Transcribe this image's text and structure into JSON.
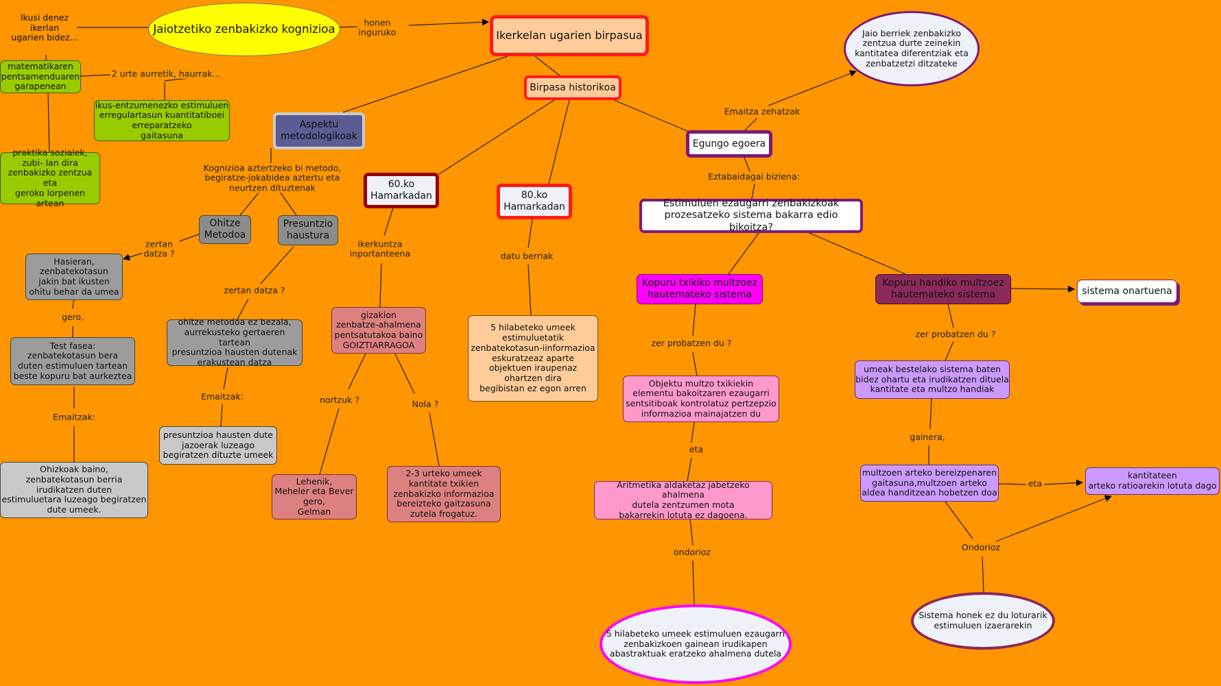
{
  "colors": {
    "background": "#ff9500",
    "root_border": "#ff1a1a",
    "purple_border": "#7b1a7b",
    "green_fill": "#99cc00",
    "grey_fill": "#8c8c8c"
  },
  "nodes": {
    "jaiotzetiko": "Jaiotzetiko zenbakizko kognizioa",
    "ikusi_denez": "Ikusi denez\nikerlan\nugarien bidez...",
    "matematikaren": "matematikaren\npentsamenduaren\ngarapenean",
    "ikus_entzumen": "ikus-entzumenezko estimuluen\nerregulartasun kuantitatiboei\nerreparatzeko\ngaitasuna",
    "praktika": "praktika sozialek,\nzubi- lan dira\nzenbakizko zentzua\neta\ngeroko lorpenen artean",
    "root": "Ikerkelan ugarien birpasua",
    "birpasa": "Birpasa historikoa",
    "aspektu": "Aspektu\nmetodologikoak",
    "ohitze": "Ohitze\nMetodoa",
    "presuntzio": "Presuntzio\nhaustura",
    "hasieran": "Hasieran,\nzenbatekotasun\njakin bat ikusten\nohitu behar da umea",
    "test_fasea": "Test fasea:\nzenbatekotasun bera\nduten estimuluen tartean\nbeste kopuru bat aurkeztea",
    "ohizkoak": "Ohizkoak baino,\nzenbatekotasun berria\nirudikatzen duten\nestimuluetara luzeago begiratzen\ndute umeek.",
    "ohitze_ez": "ohitze metodoa ez bezala,\naurrekusteko gertaeren tartean\npresuntzioa hausten dutenak\nerakustean datza",
    "presuntzioa_hausten": "presuntzioa hausten dute\njazoerak luzeago\nbegiratzen dituzte umeek",
    "h60": "60.ko\nHamarkadan",
    "gizakion": "gizakion\nzenbatze-ahalmena\npentsatutakoa baino\nGOIZTIARRAGOA",
    "lehenik": "Lehenik,\nMeheler eta Bever\ngero,\nGelman",
    "urteko_2_3": "2-3 urteko umeek\nkantitate txikien\nzenbakizko informazioa\nbereizteko gaitzasuna\nzutela frogatuz.",
    "h80": "80.ko\nHamarkadan",
    "hilabeteko5": "5 hilabeteko umeek\nestimuluetatik\nzenbatekotasun-iinformazioa\neskuratzeaz aparte\nobjektuen iraupenaz\nohartzen dira\nbegibistan ez egon arren",
    "egungo": "Egungo egoera",
    "jaio_berriek": "Jaio berriek zenbakizko\nzentzua durte zeinekin\nkantitatea diferentziak eta\nzenbatzetzi ditzateke",
    "estimuluen_q": "Estimuluen ezaugarri zenbakizkoak\nprozesatzeko sistema bakarra edio bikoitza?",
    "kopuru_txiki": "Kopuru txikiko multzoez\nhautemateko sistema",
    "kopuru_handi": "Kopuru handiko multzoez\nhautemateko sistema",
    "onartuena": "sistema onartuena",
    "objektu_multzo": "Objektu multzo txikiekin\nelementu bakoitzaren ezaugarri\nsentsitiboak kontrolatuz pertzepzio\ninformazioa mainajatzen du",
    "aritmetika": "Aritmetika aldaketaz jabetzeko ahalmena\ndutela zentzumen mota\nbakarrekin lotuta ez dagoena.",
    "hilabeteko5_abs": "5 hilabeteko umeek estimuluen ezaugarri\nzenbakizkoen gainean irudikapen\nabastraktuak eratzeko ahalmena dutela",
    "umeak_bestelako": "umeak bestelako sistema baten\nbidez ohartu eta irudikatzen dituela\nkantitate eta multzo handiak",
    "multzoen_arteko": "multzoen arteko bereizpenaren\ngaitasuna,multzoen arteko\naldea handitzean hobetzen doa",
    "kantitateen": "kantitateen\narteko ratioarekin lotuta dago",
    "sistema_honek": "Sistema honek ez du loturarik\nestimuluen izaerarekin"
  },
  "link_labels": {
    "honen_inguruko": "honen\ninguruko",
    "urte_2": "2 urte aurretik, haurrak...",
    "kognizioa_aztertzeko": "Kognizioa aztertzeko bi metodo,\nbegiratze-jokabidea aztertu eta\nneurtzen dituztenak",
    "zertan_datza_1": "zertan\ndatza ?",
    "gero": "gero,",
    "emaitzak_1": "Emaitzak:",
    "zertan_datza_2": "zertan datza ?",
    "emaitzak_2": "Emaitzak:",
    "ikerkuntza": "ikerkuntza\ninportanteena",
    "nortzuk": "nortzuk ?",
    "nola": "Nola ?",
    "datu_berriak": "datu berriak",
    "emaitza_zehatzak": "Emaitza zehatzak",
    "eztabaidagai": "Eztabaidagai biziena:",
    "zer_probatzen_1": "zer probatzen du ?",
    "zer_probatzen_2": "zer probatzen du ?",
    "eta_1": "eta",
    "ondorioz": "ondorioz",
    "gainera": "gainera,",
    "eta_2": "eta",
    "ondorioz_2": "Ondorioz"
  }
}
